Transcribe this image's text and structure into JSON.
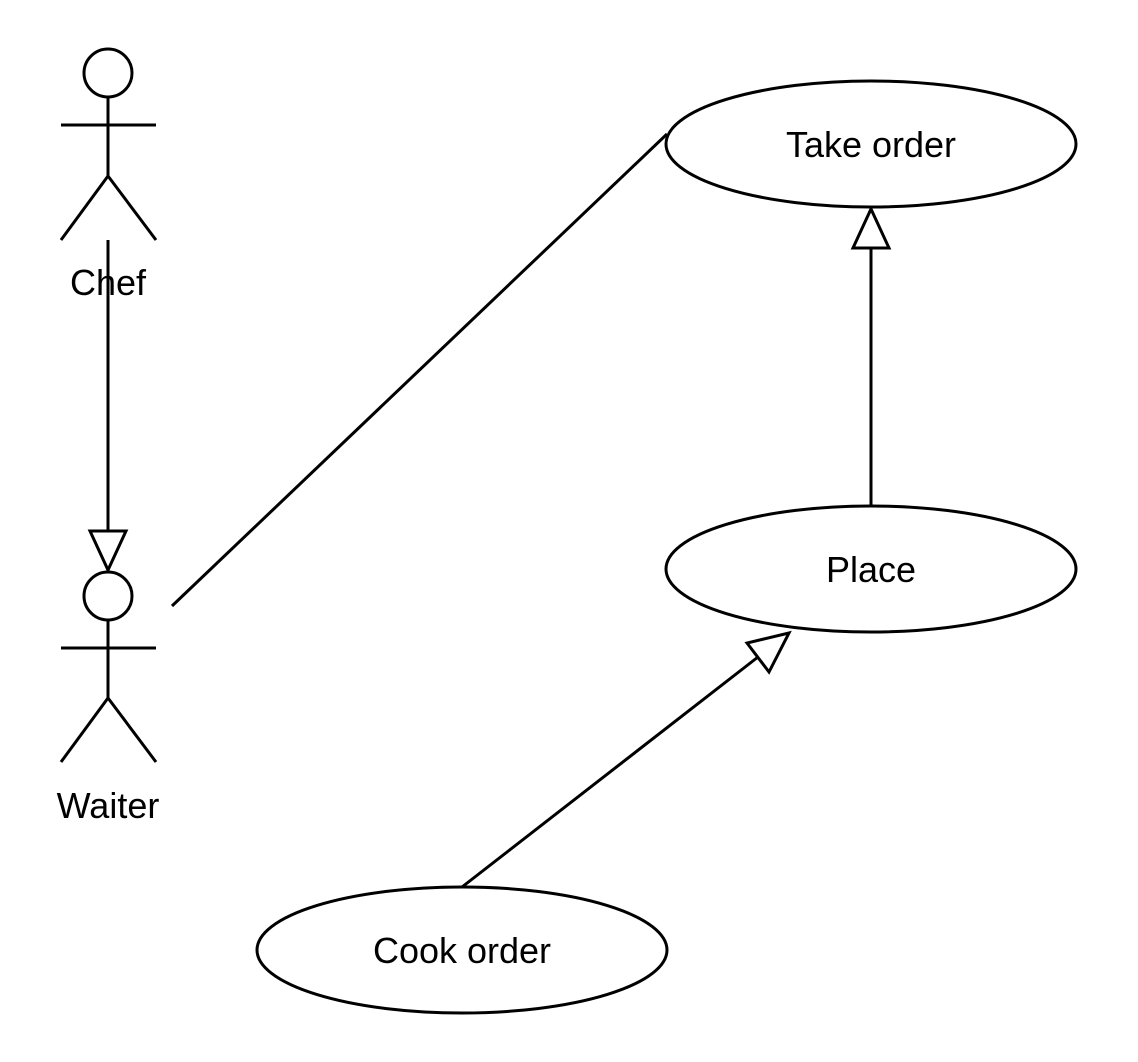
{
  "diagram": {
    "type": "use-case",
    "actors": [
      {
        "id": "chef",
        "label": "Chef"
      },
      {
        "id": "waiter",
        "label": "Waiter"
      }
    ],
    "use_cases": [
      {
        "id": "take_order",
        "label": "Take order"
      },
      {
        "id": "place",
        "label": "Place"
      },
      {
        "id": "cook_order",
        "label": "Cook order"
      }
    ],
    "relationships": [
      {
        "from": "chef",
        "to": "waiter",
        "kind": "generalization"
      },
      {
        "from": "waiter",
        "to": "take_order",
        "kind": "association"
      },
      {
        "from": "place",
        "to": "take_order",
        "kind": "generalization"
      },
      {
        "from": "cook_order",
        "to": "place",
        "kind": "generalization"
      }
    ],
    "colors": {
      "stroke": "#000000",
      "background": "#ffffff"
    }
  }
}
